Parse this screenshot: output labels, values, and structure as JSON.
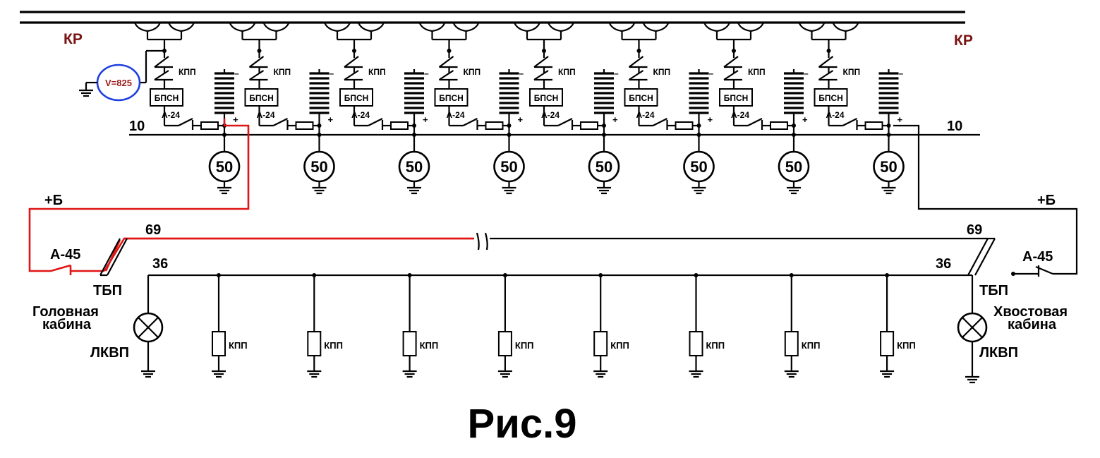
{
  "labels": {
    "kr_left": "КР",
    "kr_right": "КР",
    "voltmeter": "V=825",
    "kpp": "КПП",
    "bpsn": "БПСН",
    "a24": "А-24",
    "minus": "–",
    "plus": "+",
    "wire10_left": "10",
    "wire10_right": "10",
    "fifty": "50",
    "plusB_left": "+Б",
    "plusB_right": "+Б",
    "wire69_left": "69",
    "wire69_right": "69",
    "a45_left": "А-45",
    "a45_right": "А-45",
    "wire36_left": "36",
    "wire36_right": "36",
    "tbp_left": "ТБП",
    "tbp_right": "ТБП",
    "head_cab_line1": "Головная",
    "head_cab_line2": "кабина",
    "tail_cab_line1": "Хвостовая",
    "tail_cab_line2": "кабина",
    "lkvp_left": "ЛКВП",
    "lkvp_right": "ЛКВП",
    "caption": "Рис.9"
  },
  "colors": {
    "wire": "#000000",
    "active_circuit": "#e01515",
    "kr_label": "#7a1414",
    "voltmeter_ring": "#1f3fe0",
    "voltmeter_text": "#9b1b1b"
  },
  "units_count": 8,
  "icons": {
    "current_collector": "pantograph-shoe-icon",
    "contactor": "contactor-switch-icon",
    "battery": "battery-icon",
    "fuse": "fuse-icon",
    "ground": "ground-icon",
    "lamp": "lamp-icon",
    "coil": "relay-coil-icon",
    "wire_break": "wire-break-icon"
  }
}
